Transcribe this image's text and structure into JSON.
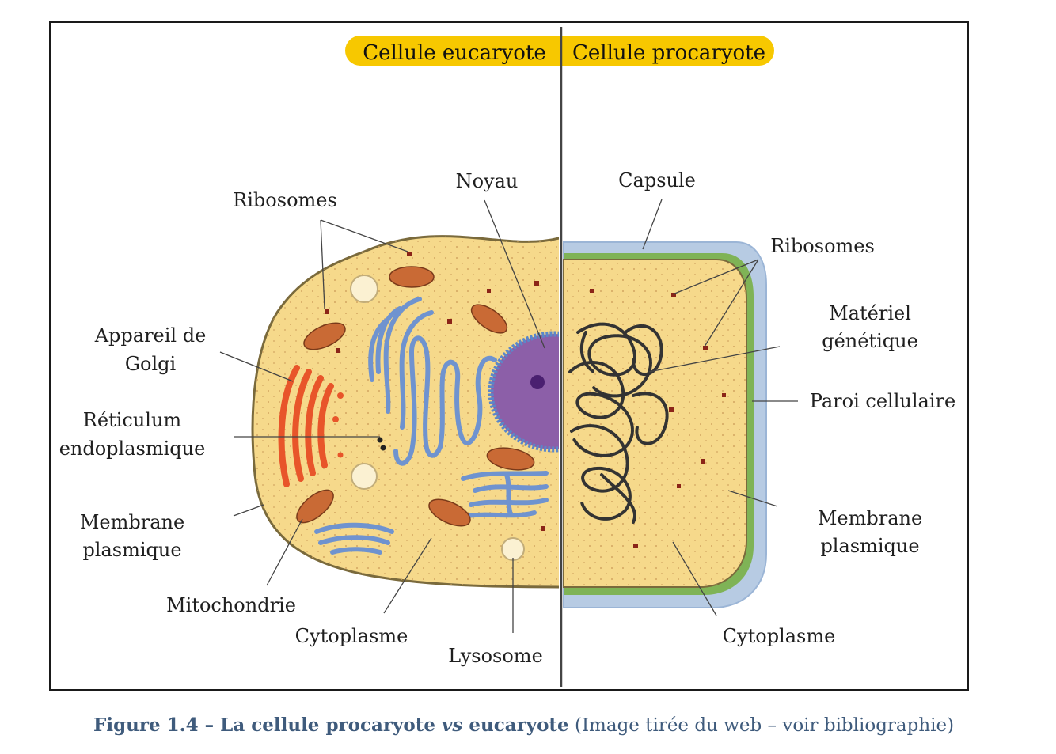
{
  "header": {
    "left_title": "Cellule eucaryote",
    "right_title": "Cellule procaryote"
  },
  "eukaryote_labels": {
    "ribosomes": "Ribosomes",
    "noyau": "Noyau",
    "golgi_line1": "Appareil de",
    "golgi_line2": "Golgi",
    "reticulum_line1": "Réticulum",
    "reticulum_line2": "endoplasmique",
    "membrane_line1": "Membrane",
    "membrane_line2": "plasmique",
    "mitochondrie": "Mitochondrie",
    "cytoplasme": "Cytoplasme",
    "lysosome": "Lysosome"
  },
  "prokaryote_labels": {
    "capsule": "Capsule",
    "ribosomes": "Ribosomes",
    "materiel_line1": "Matériel",
    "materiel_line2": "génétique",
    "paroi": "Paroi cellulaire",
    "membrane_line1": "Membrane",
    "membrane_line2": "plasmique",
    "cytoplasme": "Cytoplasme"
  },
  "caption": {
    "part1": "Figure 1.4 – La cellule procaryote ",
    "italic": "vs",
    "part2": " eucaryote",
    "rest": " (Image tirée du web – voir bibliographie)"
  },
  "colors": {
    "cytoplasm": "#f6d98b",
    "cell_outline": "#7a6a3c",
    "header_pill": "#f7c800",
    "nucleus": "#8c5fa8",
    "nucleus_border": "#5b87c9",
    "er": "#6f93cf",
    "golgi": "#e8552a",
    "mitochondria": "#c96a35",
    "capsule": "#b7cbe3",
    "cell_wall": "#7fb356",
    "ribosome": "#8b2418",
    "caption": "#3f5b7c"
  }
}
